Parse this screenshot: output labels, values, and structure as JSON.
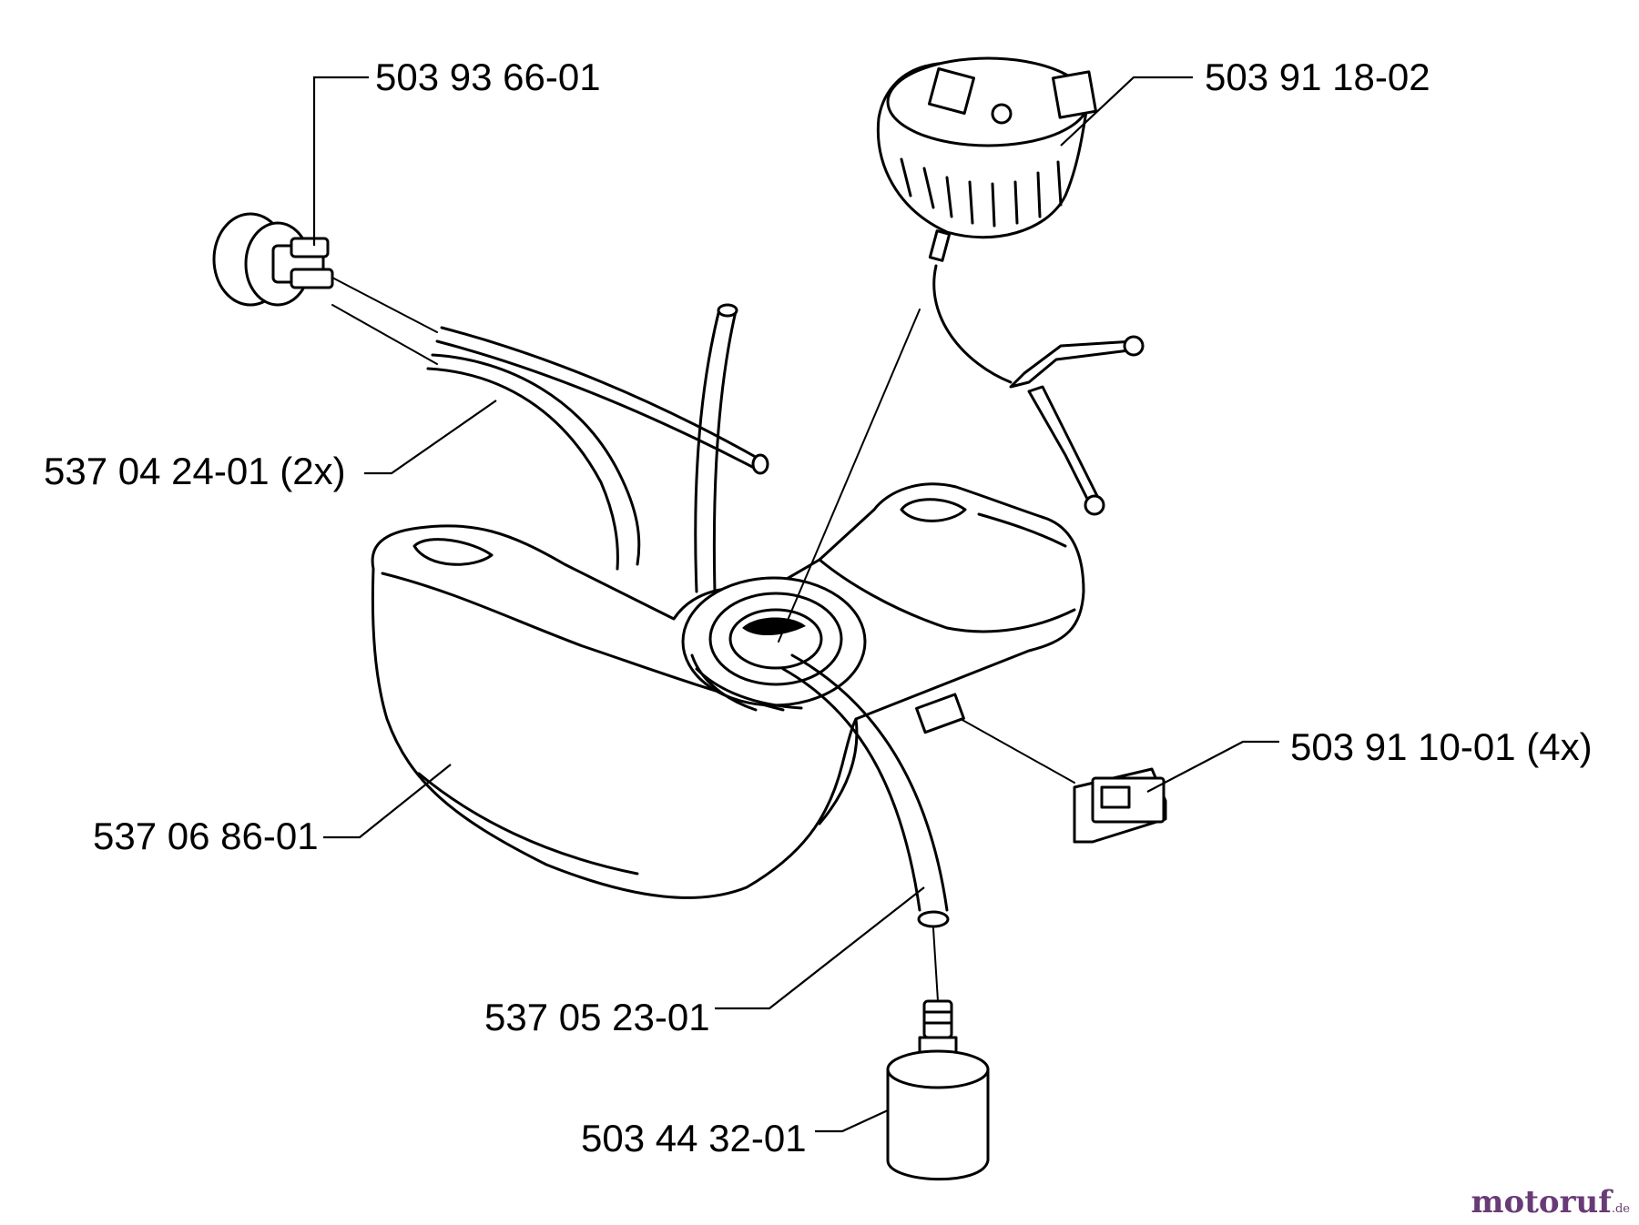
{
  "parts": [
    {
      "id": "primer-bulb",
      "number": "503 93 66-01"
    },
    {
      "id": "fuel-hose",
      "number": "537 04 24-01 (2x)"
    },
    {
      "id": "fuel-tank",
      "number": "537 06 86-01"
    },
    {
      "id": "fuel-cap",
      "number": "503 91 18-02"
    },
    {
      "id": "grommet",
      "number": "503 91 10-01 (4x)"
    },
    {
      "id": "fuel-line",
      "number": "537 05 23-01"
    },
    {
      "id": "fuel-filter",
      "number": "503 44 32-01"
    }
  ],
  "watermark": {
    "main": "motoruf",
    "suffix": ".de",
    "color": "#6a3a78"
  }
}
